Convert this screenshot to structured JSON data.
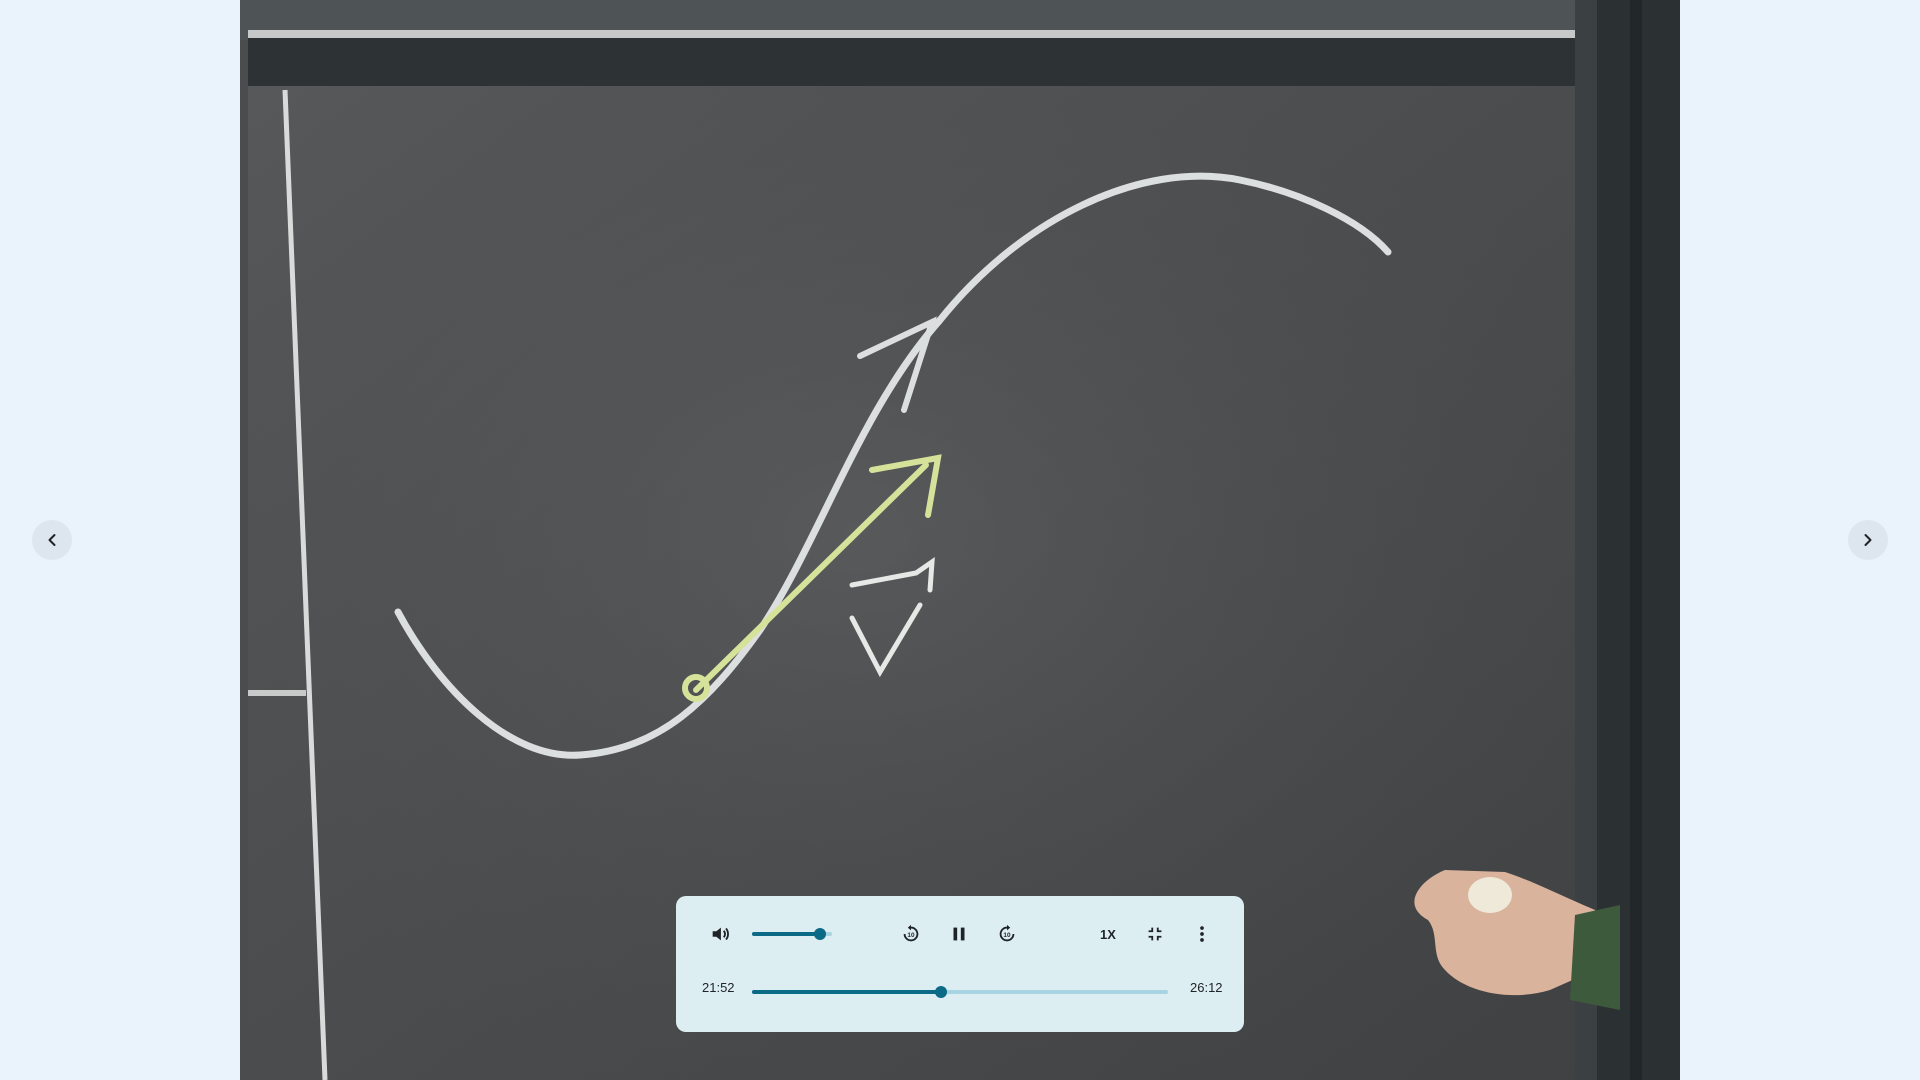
{
  "player": {
    "current_time": "21:52",
    "total_time": "26:12",
    "progress_fraction": 0.455,
    "volume_fraction": 0.85,
    "speed_label": "1X",
    "accent_color": "#0b6a85",
    "track_color": "#a8d3e0",
    "background_color": "#ddeef3"
  },
  "icons": {
    "volume": "volume-icon",
    "replay": "replay-10-icon",
    "pause": "pause-icon",
    "forward": "forward-10-icon",
    "exit_fullscreen": "exit-fullscreen-icon",
    "more": "more-vert-icon",
    "prev": "chevron-left-icon",
    "next": "chevron-right-icon"
  }
}
